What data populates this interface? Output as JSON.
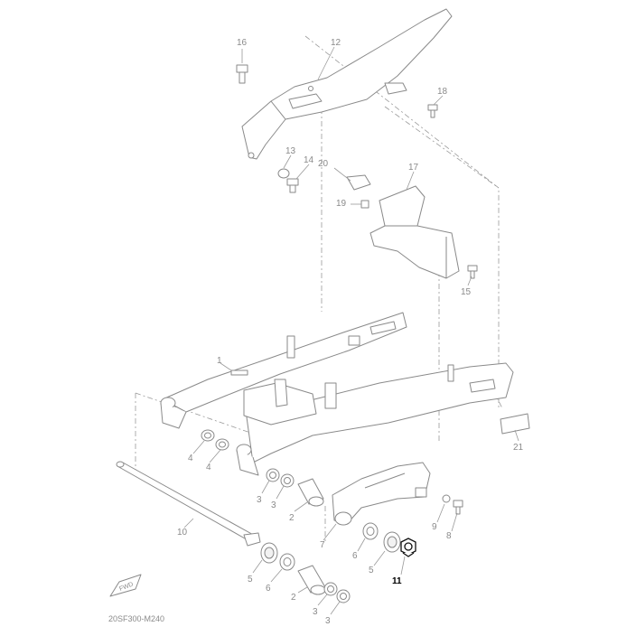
{
  "diagram_code": "20SF300-M240",
  "fwd_label": "FWD",
  "highlight_color": "#111111",
  "callouts": [
    {
      "id": "c16",
      "text": "16"
    },
    {
      "id": "c12",
      "text": "12"
    },
    {
      "id": "c18",
      "text": "18"
    },
    {
      "id": "c13",
      "text": "13"
    },
    {
      "id": "c14",
      "text": "14"
    },
    {
      "id": "c20",
      "text": "20"
    },
    {
      "id": "c17",
      "text": "17"
    },
    {
      "id": "c19",
      "text": "19"
    },
    {
      "id": "c15",
      "text": "15"
    },
    {
      "id": "c1",
      "text": "1"
    },
    {
      "id": "c21",
      "text": "21"
    },
    {
      "id": "c4a",
      "text": "4"
    },
    {
      "id": "c4b",
      "text": "4"
    },
    {
      "id": "c3a",
      "text": "3"
    },
    {
      "id": "c3b",
      "text": "3"
    },
    {
      "id": "c2a",
      "text": "2"
    },
    {
      "id": "c10",
      "text": "10"
    },
    {
      "id": "c9",
      "text": "9"
    },
    {
      "id": "c8",
      "text": "8"
    },
    {
      "id": "c7",
      "text": "7"
    },
    {
      "id": "c6a",
      "text": "6"
    },
    {
      "id": "c5a",
      "text": "5"
    },
    {
      "id": "c11",
      "text": "11"
    },
    {
      "id": "c5b",
      "text": "5"
    },
    {
      "id": "c6b",
      "text": "6"
    },
    {
      "id": "c2b",
      "text": "2"
    },
    {
      "id": "c3c",
      "text": "3"
    },
    {
      "id": "c3d",
      "text": "3"
    }
  ]
}
